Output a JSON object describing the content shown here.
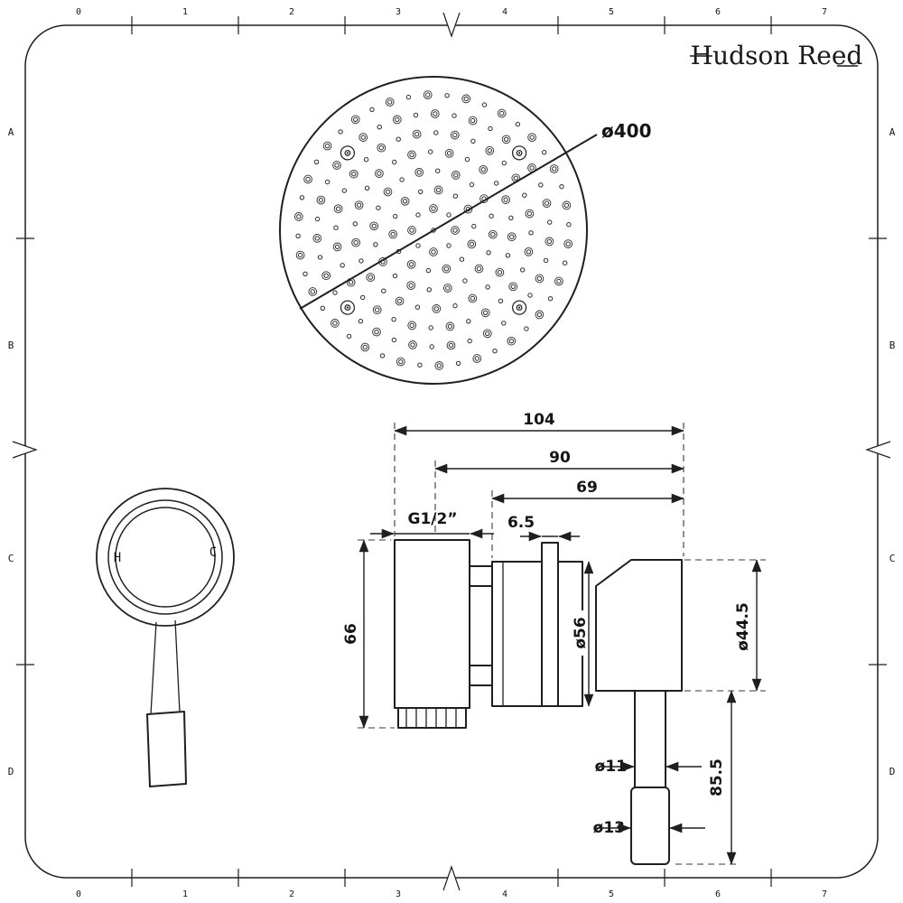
{
  "frame": {
    "ruler_numbers": [
      "0",
      "1",
      "2",
      "3",
      "4",
      "5",
      "6",
      "7"
    ],
    "ruler_letters": [
      "A",
      "B",
      "C",
      "D"
    ]
  },
  "brand": {
    "name": "Hudson Reed"
  },
  "showerhead": {
    "diameter_label": "ø400"
  },
  "valve_front": {
    "hot_label": "H",
    "cold_label": "C"
  },
  "valve_side": {
    "width_overall": "104",
    "width_90": "90",
    "width_69": "69",
    "thread_label": "G1/2”",
    "flange_thickness": "6.5",
    "body_height": "66",
    "cartridge_diameter": "ø56",
    "hub_diameter": "ø44.5",
    "handle_length": "85.5",
    "tube_diameter": "ø11",
    "grip_diameter": "ø13"
  }
}
